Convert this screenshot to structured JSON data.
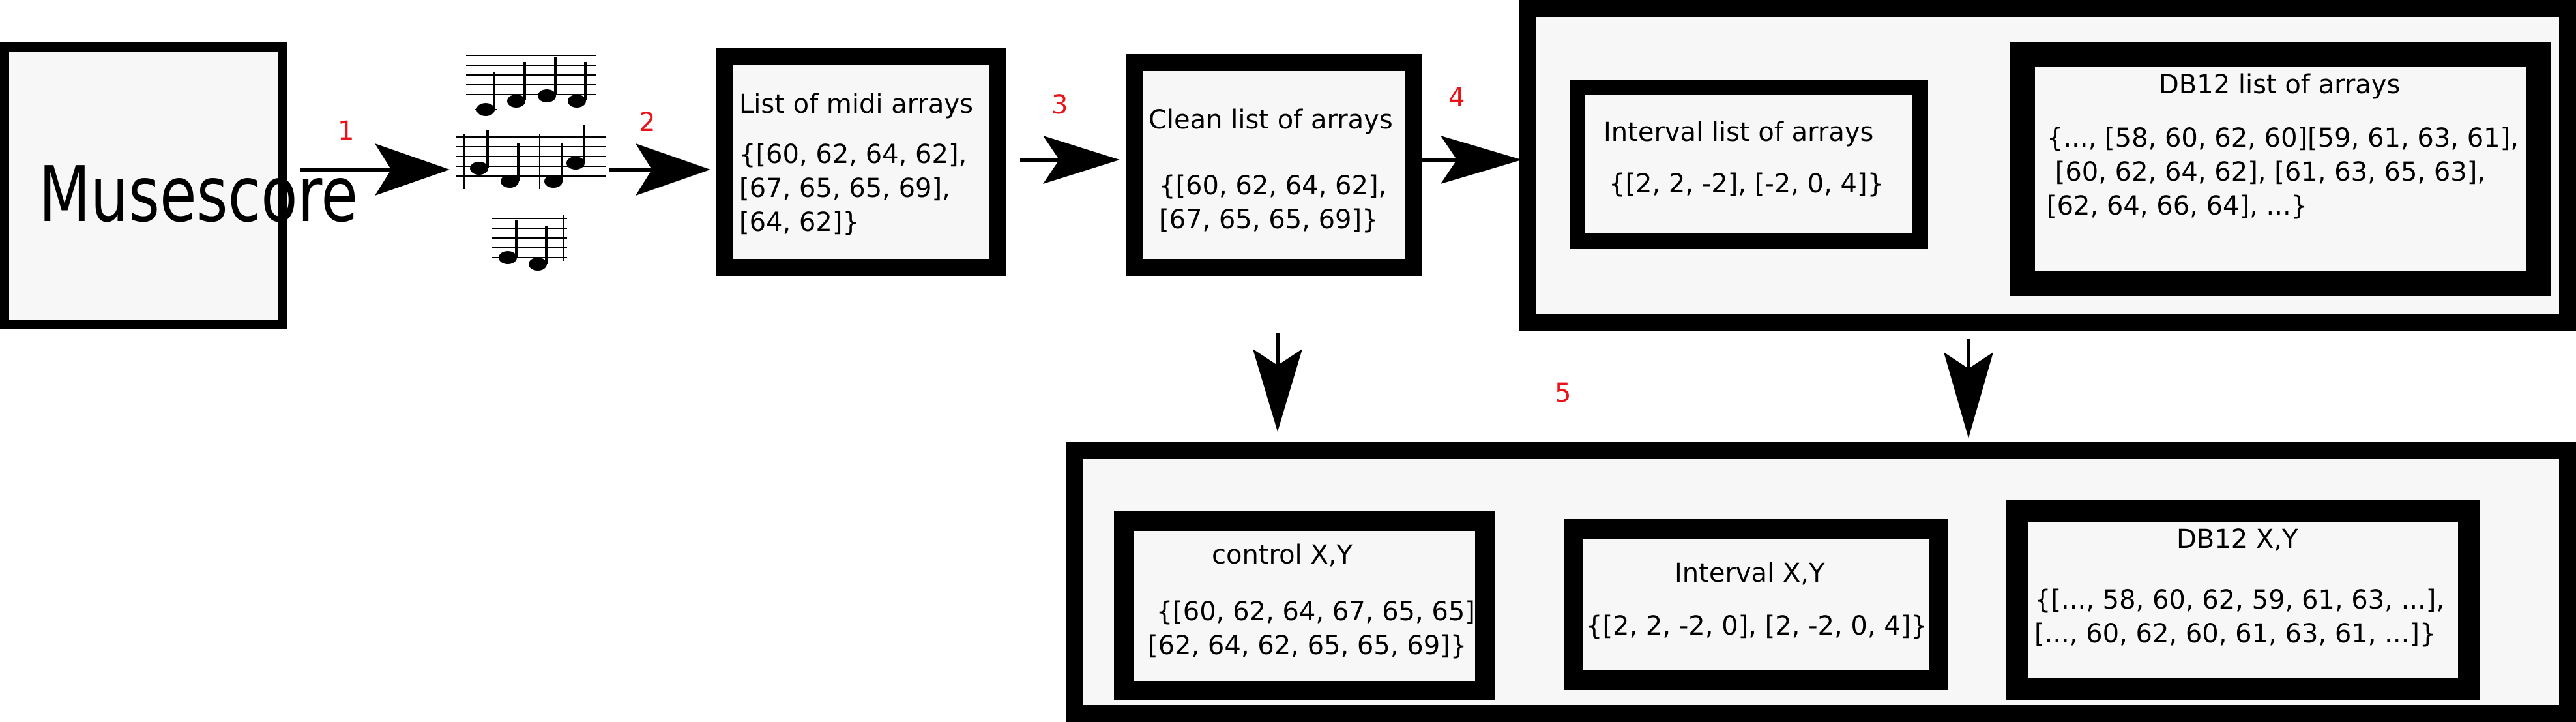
{
  "colors": {
    "box_fill": "#f7f7f7",
    "border": "#000000",
    "step_label": "#e8141a"
  },
  "nodes": {
    "musescore": {
      "label": "Musescore"
    },
    "midi": {
      "title": "List of midi arrays",
      "body": "{[60, 62, 64, 62],\n[67, 65, 65, 69],\n[64, 62]}"
    },
    "clean": {
      "title": "Clean list of arrays",
      "body": "{[60, 62, 64, 62],\n[67, 65, 65, 69]}"
    },
    "interval": {
      "title": "Interval list of arrays",
      "body": "{[2, 2, -2], [-2, 0, 4]}"
    },
    "db12": {
      "title": "DB12 list of arrays",
      "body": "{..., [58, 60, 62, 60][59, 61, 63, 61],\n [60, 62, 64, 62], [61, 63, 65, 63],\n[62, 64, 66, 64], ...}"
    },
    "control_xy": {
      "title": "control X,Y",
      "body": " {[60, 62, 64, 67, 65, 65],\n[62, 64, 62, 65, 65, 69]}"
    },
    "interval_xy": {
      "title": "Interval X,Y",
      "body": "{[2, 2, -2, 0], [2, -2, 0, 4]}"
    },
    "db12_xy": {
      "title": "DB12 X,Y",
      "body": "{[..., 58, 60, 62, 59, 61, 63, ...],\n[..., 60, 62, 60, 61, 63, 61, ...]}"
    }
  },
  "steps": [
    "1",
    "2",
    "3",
    "4",
    "5"
  ],
  "icons": {
    "sheet_music": "sheet-music-icon"
  }
}
